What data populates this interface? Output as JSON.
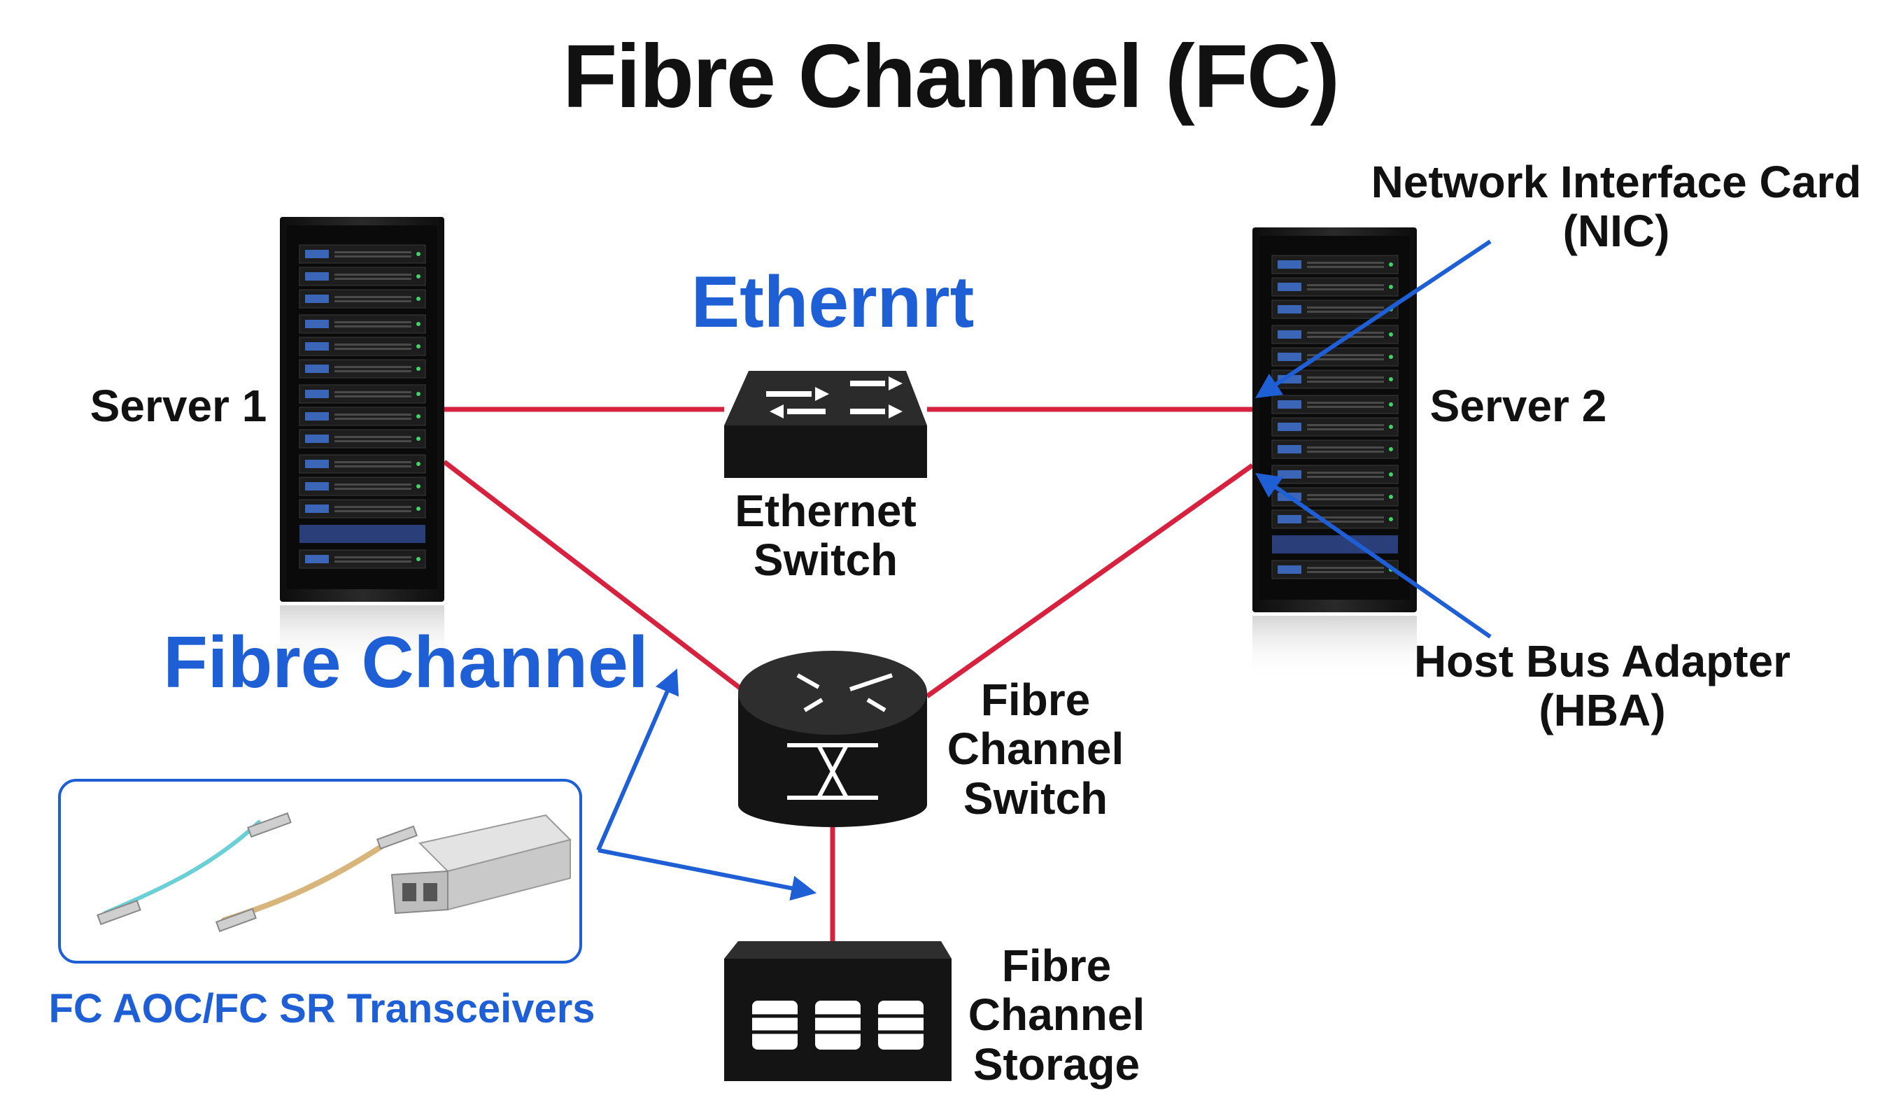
{
  "title": "Fibre Channel (FC)",
  "labels": {
    "ethernet_heading": "Ethernrt",
    "fibre_channel_heading": "Fibre Channel",
    "server1": "Server 1",
    "server2": "Server 2",
    "ethernet_switch": [
      "Ethernet",
      "Switch"
    ],
    "fc_switch": [
      "Fibre",
      "Channel",
      "Switch"
    ],
    "fc_storage": [
      "Fibre",
      "Channel",
      "Storage"
    ],
    "nic": [
      "Network Interface Card",
      "(NIC)"
    ],
    "hba": [
      "Host Bus Adapter",
      "(HBA)"
    ],
    "transceivers": "FC AOC/FC SR Transceivers"
  },
  "colors": {
    "link": "#d6223f",
    "annotation": "#1f5fd6",
    "device": "#1a1a1a"
  },
  "icons": [
    "server-rack-icon",
    "ethernet-switch-icon",
    "fc-switch-icon",
    "storage-icon",
    "aoc-cable-icon",
    "sfp-transceiver-icon"
  ]
}
